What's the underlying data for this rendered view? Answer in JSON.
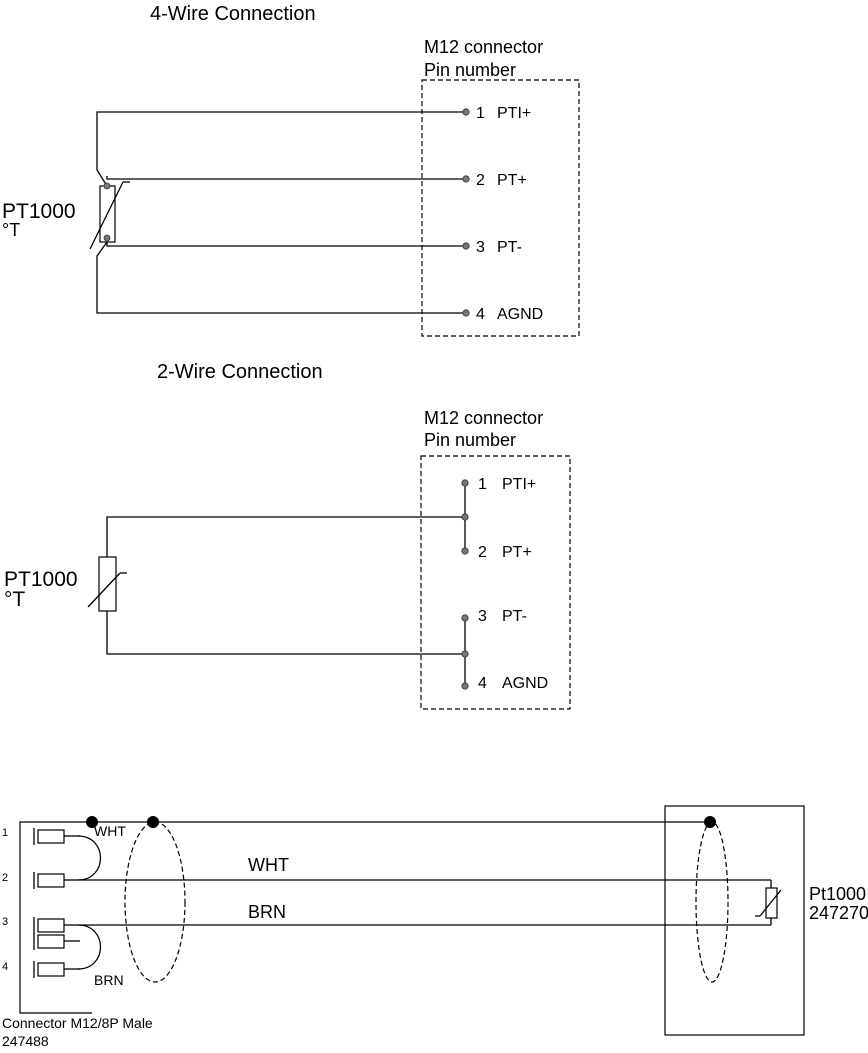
{
  "four_wire": {
    "title": "4-Wire Connection",
    "connector_label_1": "M12 connector",
    "connector_label_2": "Pin number",
    "sensor_label_1": "PT1000",
    "sensor_label_2": "°T",
    "pins": [
      {
        "number": "1",
        "name": "PTI+"
      },
      {
        "number": "2",
        "name": "PT+"
      },
      {
        "number": "3",
        "name": "PT-"
      },
      {
        "number": "4",
        "name": "AGND"
      }
    ]
  },
  "two_wire": {
    "title": "2-Wire Connection",
    "connector_label_1": "M12 connector",
    "connector_label_2": "Pin number",
    "sensor_label_1": "PT1000",
    "sensor_label_2": "°T",
    "pins": [
      {
        "number": "1",
        "name": "PTI+"
      },
      {
        "number": "2",
        "name": "PT+"
      },
      {
        "number": "3",
        "name": "PT-"
      },
      {
        "number": "4",
        "name": "AGND"
      }
    ]
  },
  "cable": {
    "pin_numbers": [
      "1",
      "2",
      "3",
      "4"
    ],
    "jumper_top_label": "WHT",
    "jumper_bottom_label": "BRN",
    "wire_label_top": "WHT",
    "wire_label_bottom": "BRN",
    "sensor_name": "Pt1000",
    "sensor_part": "247270",
    "connector_name": "Connector M12/8P Male",
    "connector_part": "247488"
  }
}
